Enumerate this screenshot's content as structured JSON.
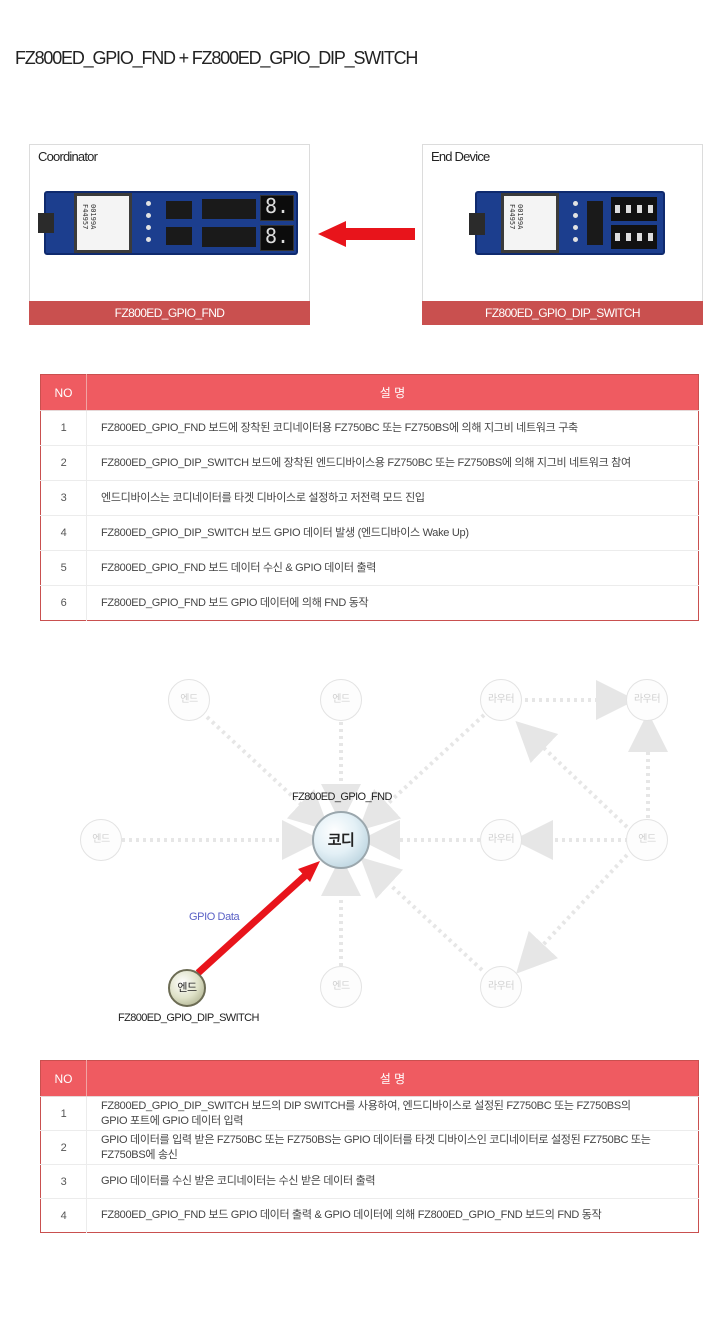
{
  "title": "FZ800ED_GPIO_FND + FZ800ED_GPIO_DIP_SWITCH",
  "cards": {
    "coordinator": {
      "label": "Coordinator",
      "board": "FZ800ED_GPIO_FND",
      "module_text": "00199A F44957"
    },
    "end_device": {
      "label": "End Device",
      "board": "FZ800ED_GPIO_DIP_SWITCH",
      "module_text": "00199A F44957"
    }
  },
  "table1": {
    "header_no": "NO",
    "header_desc": "설  명",
    "rows": [
      {
        "no": "1",
        "text": "FZ800ED_GPIO_FND 보드에 장착된 코디네이터용 FZ750BC 또는 FZ750BS에 의해 지그비 네트워크 구축"
      },
      {
        "no": "2",
        "text": "FZ800ED_GPIO_DIP_SWITCH 보드에 장착된 엔드디바이스용 FZ750BC 또는 FZ750BS에 의해 지그비 네트워크 참여"
      },
      {
        "no": "3",
        "text": "엔드디바이스는 코디네이터를 타겟 디바이스로 설정하고 저전력 모드 진입"
      },
      {
        "no": "4",
        "text": "FZ800ED_GPIO_DIP_SWITCH 보드 GPIO 데이터 발생 (엔드디바이스 Wake Up)"
      },
      {
        "no": "5",
        "text": "FZ800ED_GPIO_FND 보드 데이터 수신 & GPIO 데이터 출력"
      },
      {
        "no": "6",
        "text": "FZ800ED_GPIO_FND 보드 GPIO 데이터에 의해 FND 동작"
      }
    ]
  },
  "network": {
    "coordinator_node": "코디",
    "active_end_node": "엔드",
    "end_node": "엔드",
    "router_node": "라우터",
    "coordinator_board_label": "FZ800ED_GPIO_FND",
    "end_board_label": "FZ800ED_GPIO_DIP_SWITCH",
    "link_label": "GPIO Data",
    "colors": {
      "link": "#e8141b",
      "dotted": "#e6e6e6"
    }
  },
  "table2": {
    "header_no": "NO",
    "header_desc": "설  명",
    "rows": [
      {
        "no": "1",
        "line1": "FZ800ED_GPIO_DIP_SWITCH 보드의 DIP SWITCH를 사용하여, 엔드디바이스로 설정된 FZ750BC 또는 FZ750BS의",
        "line2": "GPIO 포트에 GPIO 데이터 입력"
      },
      {
        "no": "2",
        "line1": "GPIO 데이터를 입력 받은 FZ750BC 또는 FZ750BS는 GPIO 데이터를 타겟 디바이스인 코디네이터로 설정된 FZ750BC 또는",
        "line2": "FZ750BS에 송신"
      },
      {
        "no": "3",
        "line1": "GPIO 데이터를 수신 받은 코디네이터는 수신 받은 데이터 출력",
        "line2": ""
      },
      {
        "no": "4",
        "line1": "FZ800ED_GPIO_FND 보드 GPIO 데이터 출력 & GPIO 데이터에 의해 FZ800ED_GPIO_FND 보드의 FND 동작",
        "line2": ""
      }
    ]
  },
  "colors": {
    "accent": "#ef5b61",
    "card_footer": "#c9504f",
    "arrow": "#e8141b"
  }
}
